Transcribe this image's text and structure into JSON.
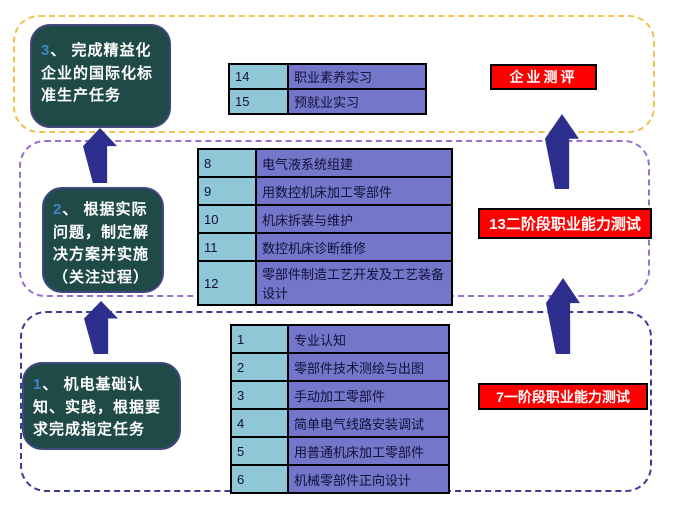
{
  "colors": {
    "goal_box_bg": "#1F4A47",
    "goal_number_text": "#3F86C8",
    "course_no_bg": "#8FC7D6",
    "course_name_bg": "#7476CA",
    "assessment_bg": "#FE0000",
    "arrow": "#2D2F8F",
    "stage3_border": "#F2C14E",
    "stage2_border": "#9A6FD0",
    "stage1_border": "#3D3D94"
  },
  "stages": [
    {
      "label": "stage-3-top",
      "goal": {
        "number": "3",
        "text": "、 完成精益化企业的国际化标准生产任务"
      },
      "courses": [
        {
          "no": "14",
          "name": "职业素养实习"
        },
        {
          "no": "15",
          "name": "预就业实习"
        }
      ],
      "assessment": "企业测评"
    },
    {
      "label": "stage-2-middle",
      "goal": {
        "number": "2",
        "text": "、 根据实际问题，制定解决方案并实施（关注过程）"
      },
      "courses": [
        {
          "no": "8",
          "name": "电气液系统组建"
        },
        {
          "no": "9",
          "name": "用数控机床加工零部件"
        },
        {
          "no": "10",
          "name": "机床拆装与维护"
        },
        {
          "no": "11",
          "name": "数控机床诊断维修"
        },
        {
          "no": "12",
          "name": "零部件制造工艺开发及工艺装备设计"
        }
      ],
      "assessment": "13二阶段职业能力测试"
    },
    {
      "label": "stage-1-bottom",
      "goal": {
        "number": "1",
        "text": "、 机电基础认知、实践，根据要求完成指定任务"
      },
      "courses": [
        {
          "no": "1",
          "name": "专业认知"
        },
        {
          "no": "2",
          "name": "零部件技术测绘与出图"
        },
        {
          "no": "3",
          "name": "手动加工零部件"
        },
        {
          "no": "4",
          "name": "简单电气线路安装调试"
        },
        {
          "no": "5",
          "name": "用普通机床加工零部件"
        },
        {
          "no": "6",
          "name": "机械零部件正向设计"
        }
      ],
      "assessment": "7一阶段职业能力测试"
    }
  ]
}
